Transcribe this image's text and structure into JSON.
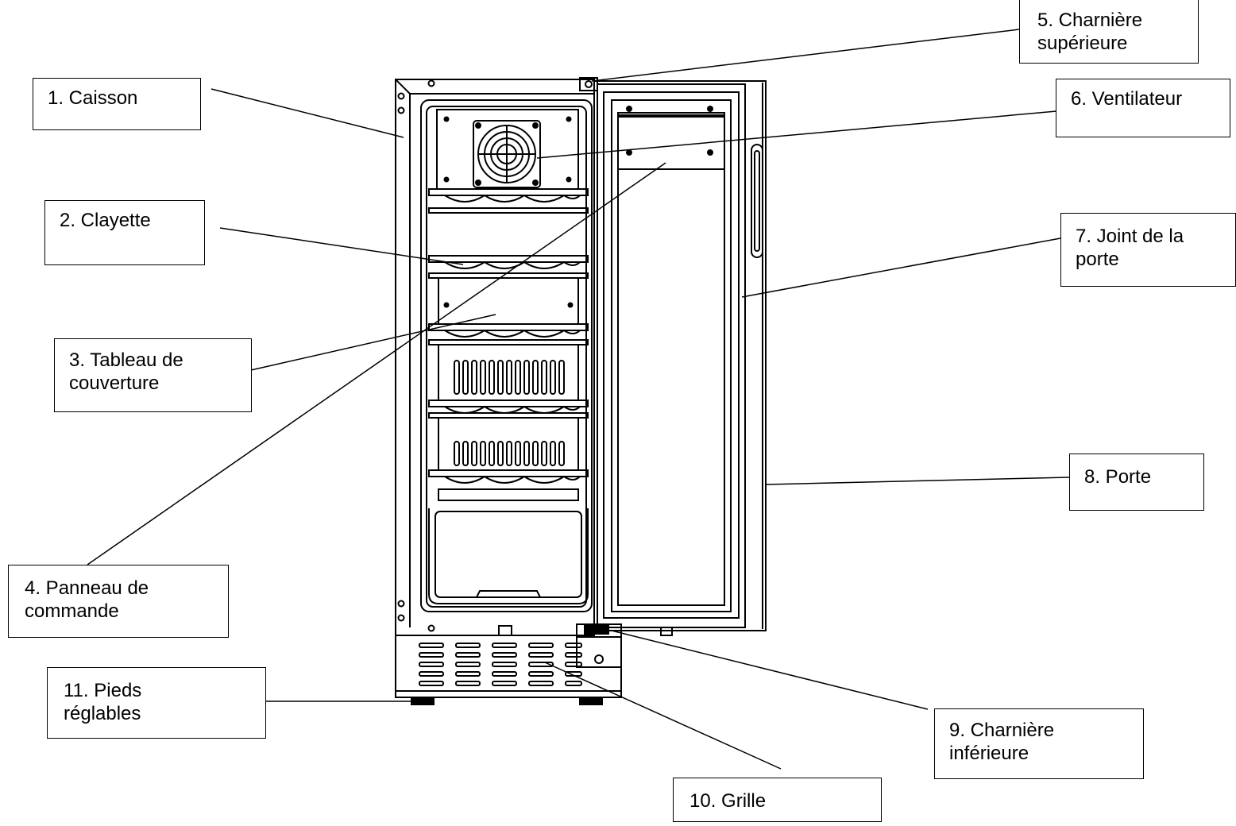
{
  "labels": [
    {
      "id": "caisson",
      "lines": [
        "1. Caisson"
      ]
    },
    {
      "id": "clayette",
      "lines": [
        "2. Clayette"
      ]
    },
    {
      "id": "tableau",
      "lines": [
        "3. Tableau de",
        "couverture"
      ]
    },
    {
      "id": "panneau",
      "lines": [
        "4. Panneau de",
        "commande"
      ]
    },
    {
      "id": "charniere-sup",
      "lines": [
        "5. Charnière",
        "supérieure"
      ]
    },
    {
      "id": "ventilateur",
      "lines": [
        "6. Ventilateur"
      ]
    },
    {
      "id": "joint",
      "lines": [
        "7. Joint de la",
        "porte"
      ]
    },
    {
      "id": "porte",
      "lines": [
        "8. Porte"
      ]
    },
    {
      "id": "charniere-inf",
      "lines": [
        "9. Charnière",
        "inférieure"
      ]
    },
    {
      "id": "grille",
      "lines": [
        "10. Grille"
      ]
    },
    {
      "id": "pieds",
      "lines": [
        "11. Pieds",
        "réglables"
      ]
    }
  ]
}
